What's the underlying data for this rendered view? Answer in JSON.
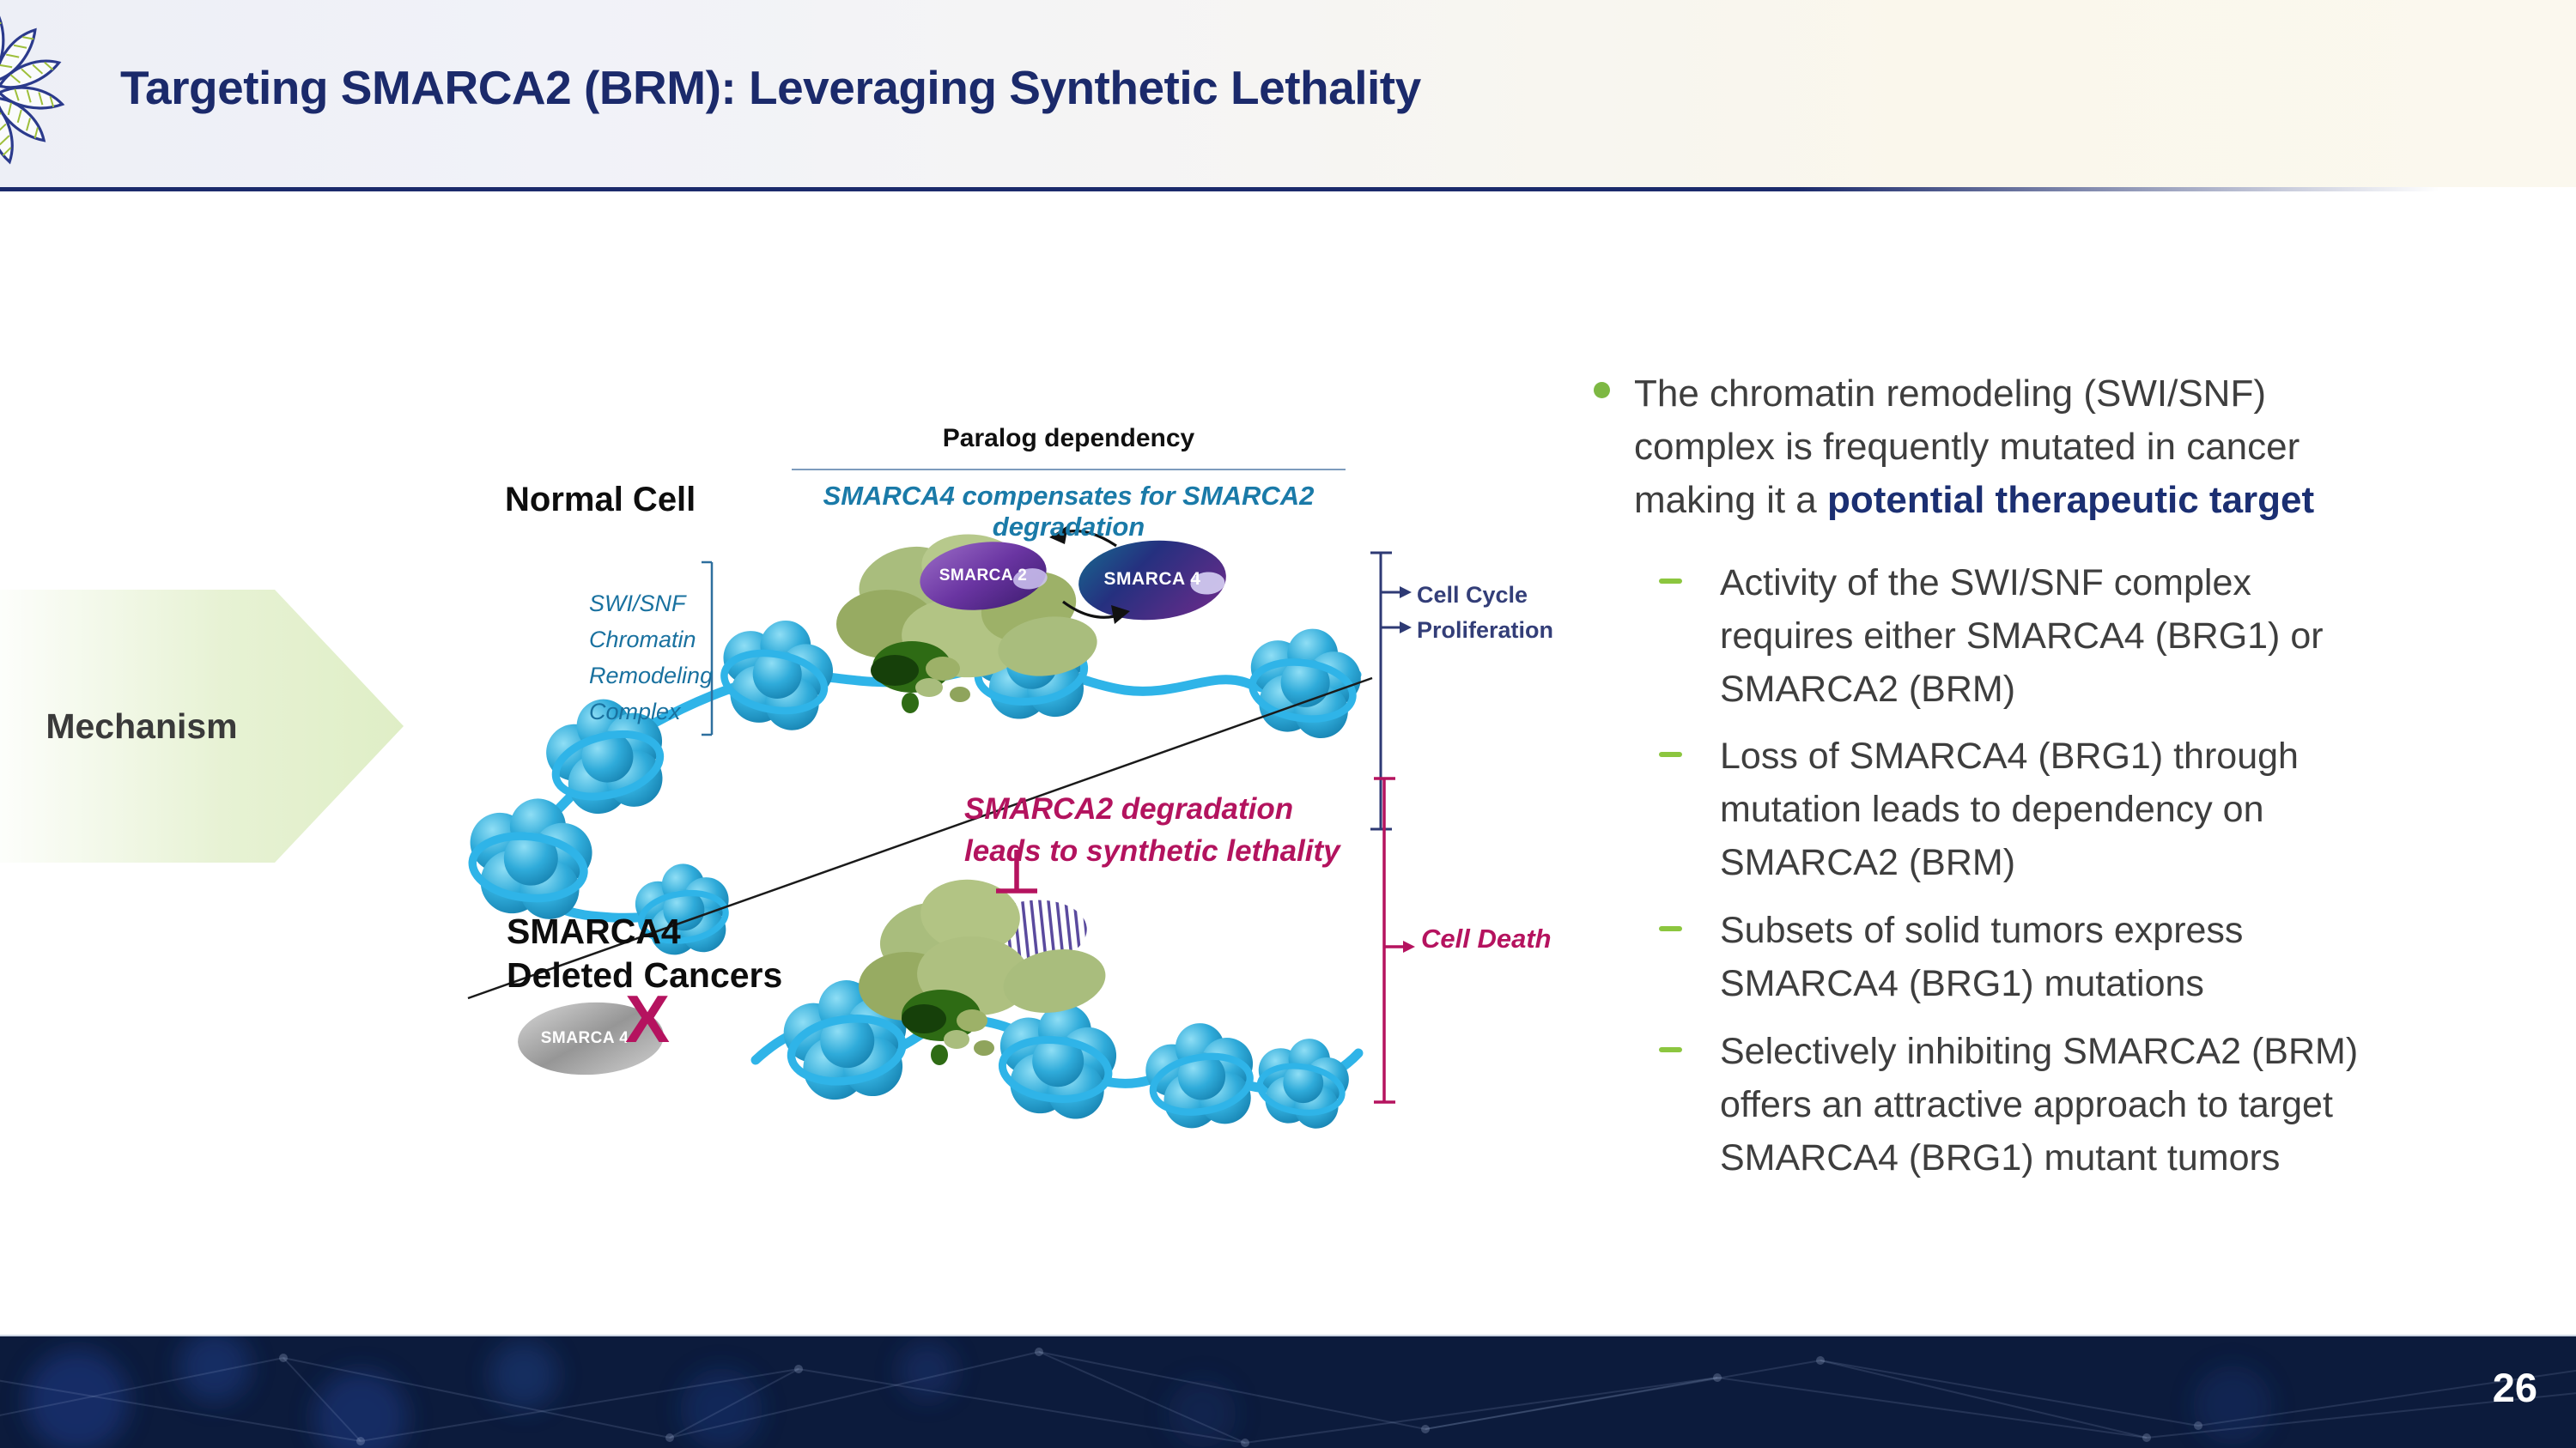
{
  "slide": {
    "title": "Targeting SMARCA2 (BRM): Leveraging Synthetic Lethality",
    "page_number": "26"
  },
  "mechanism": {
    "label": "Mechanism"
  },
  "diagram": {
    "paralog_header": "Paralog dependency",
    "paralog_subtitle": "SMARCA4 compensates for SMARCA2 degradation",
    "normal_cell": "Normal Cell",
    "swisnf_complex": "SWI/SNF\nChromatin\nRemodeling\nComplex",
    "smarca2": "SMARCA 2",
    "smarca4": "SMARCA 4",
    "cell_cycle": "Cell Cycle",
    "proliferation": "Proliferation",
    "degradation": "SMARCA2 degradation\nleads to synthetic lethality",
    "deleted_cancers": "SMARCA4\nDeleted Cancers",
    "smarca4_deleted": "SMARCA 4",
    "x_mark": "X",
    "cell_death": "Cell Death"
  },
  "bullets": {
    "main_text": "The chromatin remodeling (SWI/SNF)\ncomplex is frequently mutated in cancer\nmaking it a ",
    "main_bold": "potential therapeutic target",
    "sub": [
      "Activity of the SWI/SNF complex\nrequires either SMARCA4 (BRG1) or\nSMARCA2 (BRM)",
      "Loss of SMARCA4 (BRG1) through\nmutation leads to dependency on\nSMARCA2 (BRM)",
      "Subsets of solid tumors express\nSMARCA4 (BRG1) mutations",
      "Selectively inhibiting SMARCA2 (BRM)\noffers an attractive approach to target\nSMARCA4 (BRG1) mutant tumors"
    ]
  },
  "colors": {
    "navy": "#1b2a6b",
    "teal_text": "#1a7aa8",
    "magenta": "#b5135f",
    "bullet_green": "#7db843",
    "dash_green": "#8cc63f",
    "body_gray": "#3e3e3e",
    "chromatin_cyan": "#2fb4e8",
    "footer_navy": "#0c1b3c"
  }
}
